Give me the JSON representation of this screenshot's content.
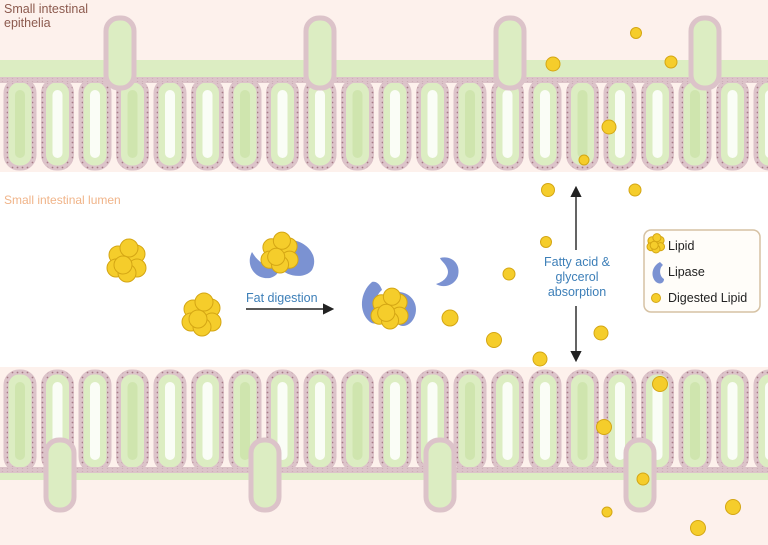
{
  "labels": {
    "epithelia": [
      "Small intestinal",
      "epithelia"
    ],
    "lumen": "Small intestinal lumen",
    "digestion": "Fat digestion",
    "absorption": [
      "Fatty acid &",
      "glycerol",
      "absorption"
    ]
  },
  "legend": [
    {
      "icon": "lipid-icon",
      "label": "Lipid"
    },
    {
      "icon": "lipase-icon",
      "label": "Lipase"
    },
    {
      "icon": "digested-lipid-icon",
      "label": "Digested Lipid"
    }
  ],
  "colors": {
    "background_tissue": "#fdf1ec",
    "lumen": "#ffffff",
    "villus_fill": "#dcedc2",
    "villus_stroke": "#b7d58f",
    "membrane": "#dcc3c9",
    "membrane_dots": "#a77b86",
    "lipid_fill": "#f5cd2b",
    "lipid_stroke": "#d4a614",
    "lipase": "#7b92d2",
    "label_epithelia": "#8c5a4e",
    "label_lumen": "#f0b489",
    "label_blue": "#3d7fb8",
    "legend_border": "#d6c2a4",
    "arrow": "#222222"
  }
}
